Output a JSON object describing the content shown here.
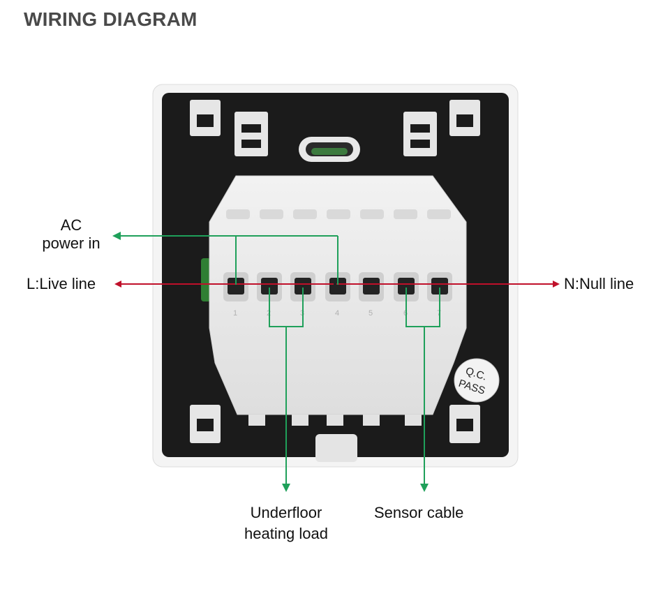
{
  "header": {
    "title": "WIRING DIAGRAM"
  },
  "labels": {
    "ac_power": [
      "AC",
      "power in"
    ],
    "live": "L:Live line",
    "null": "N:Null line",
    "heating": [
      "Underfloor",
      "heating load"
    ],
    "sensor": "Sensor cable"
  },
  "device": {
    "terminal_numbers": [
      "1",
      "2",
      "3",
      "4",
      "5",
      "6",
      "7"
    ],
    "qc_sticker": [
      "Q.C.",
      "PASS"
    ]
  },
  "colors": {
    "live_null_arrow": "#c0102a",
    "connector_line": "#1fa05a",
    "housing": "#1b1b1b",
    "terminal_block": "#ebebeb"
  }
}
